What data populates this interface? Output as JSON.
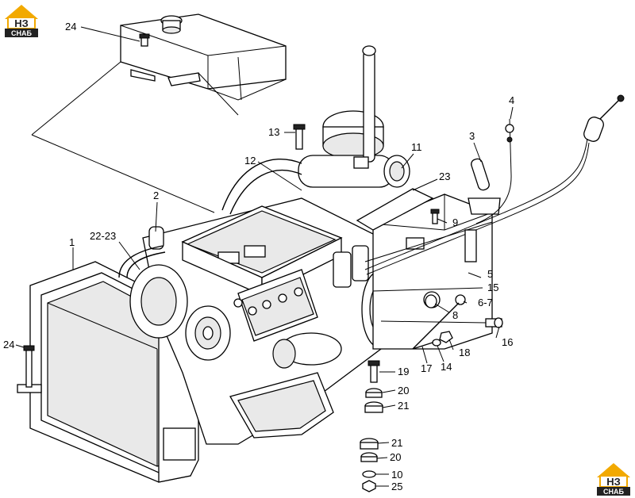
{
  "logo": {
    "top_left": {
      "mark": "НЗ",
      "text": "СНАБ",
      "color": "#f2a900",
      "dark": "#222222"
    },
    "bottom_right": {
      "mark": "НЗ",
      "text": "СНАБ",
      "color": "#f2a900",
      "dark": "#222222"
    }
  },
  "callouts": [
    {
      "id": "c24a",
      "label": "24"
    },
    {
      "id": "c13",
      "label": "13"
    },
    {
      "id": "c12",
      "label": "12"
    },
    {
      "id": "c11",
      "label": "11"
    },
    {
      "id": "c4",
      "label": "4"
    },
    {
      "id": "c3",
      "label": "3"
    },
    {
      "id": "c23",
      "label": "23"
    },
    {
      "id": "c2",
      "label": "2"
    },
    {
      "id": "c9",
      "label": "9"
    },
    {
      "id": "c1",
      "label": "1"
    },
    {
      "id": "c2223",
      "label": "22-23"
    },
    {
      "id": "c5",
      "label": "5"
    },
    {
      "id": "c15",
      "label": "15"
    },
    {
      "id": "c67",
      "label": "6-7"
    },
    {
      "id": "c8",
      "label": "8"
    },
    {
      "id": "c16",
      "label": "16"
    },
    {
      "id": "c24b",
      "label": "24"
    },
    {
      "id": "c18",
      "label": "18"
    },
    {
      "id": "c14",
      "label": "14"
    },
    {
      "id": "c17",
      "label": "17"
    },
    {
      "id": "c19",
      "label": "19"
    },
    {
      "id": "c20a",
      "label": "20"
    },
    {
      "id": "c21a",
      "label": "21"
    },
    {
      "id": "c21b",
      "label": "21"
    },
    {
      "id": "c20b",
      "label": "20"
    },
    {
      "id": "c10",
      "label": "10"
    },
    {
      "id": "c25",
      "label": "25"
    }
  ]
}
